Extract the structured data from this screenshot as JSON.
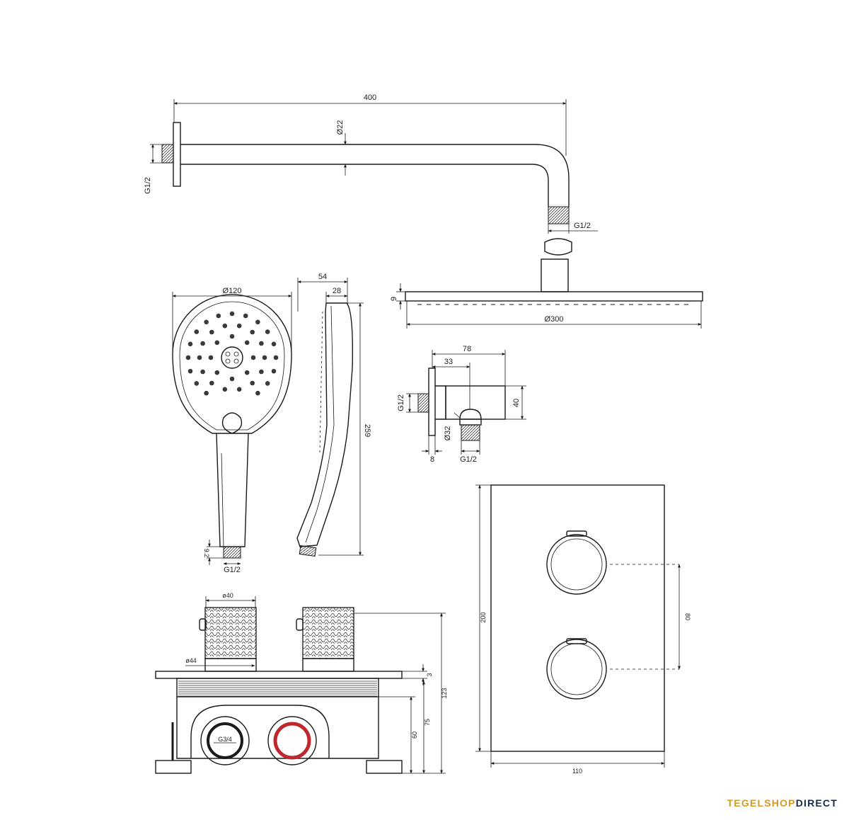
{
  "dimensions": {
    "wall_arm_length": "400",
    "wall_arm_diameter": "Ø22",
    "wall_arm_thread": "G1/2",
    "arm_bottom_thread": "G1/2",
    "head_thickness": "9",
    "head_diameter": "Ø300",
    "hand_diameter": "Ø120",
    "hand_side_depth": "54",
    "hand_side_width": "28",
    "hand_length": "259",
    "hand_bottom_height": "9.2",
    "hand_thread": "G1/2",
    "elbow_length": "78",
    "elbow_offset": "33",
    "elbow_thread_side": "G1/2",
    "elbow_diameter": "Ø32",
    "elbow_height": "40",
    "elbow_flange": "8",
    "elbow_thread_bottom": "G1/2",
    "knob_diameter": "ø40",
    "plate_diameter": "ø44",
    "total_depth": "123",
    "depth_75": "75",
    "depth_60": "60",
    "depth_3": "3",
    "inlet_thread": "G3/4",
    "plate_height": "200",
    "plate_width": "110",
    "knob_spacing": "80"
  },
  "brand": {
    "part1": "TEGELSHOP",
    "part2": "DIRECT"
  },
  "colors": {
    "line": "#1a1a1a",
    "hot_ring": "#c0272d",
    "brand_gold": "#d39b26",
    "brand_navy": "#1b2a44"
  }
}
